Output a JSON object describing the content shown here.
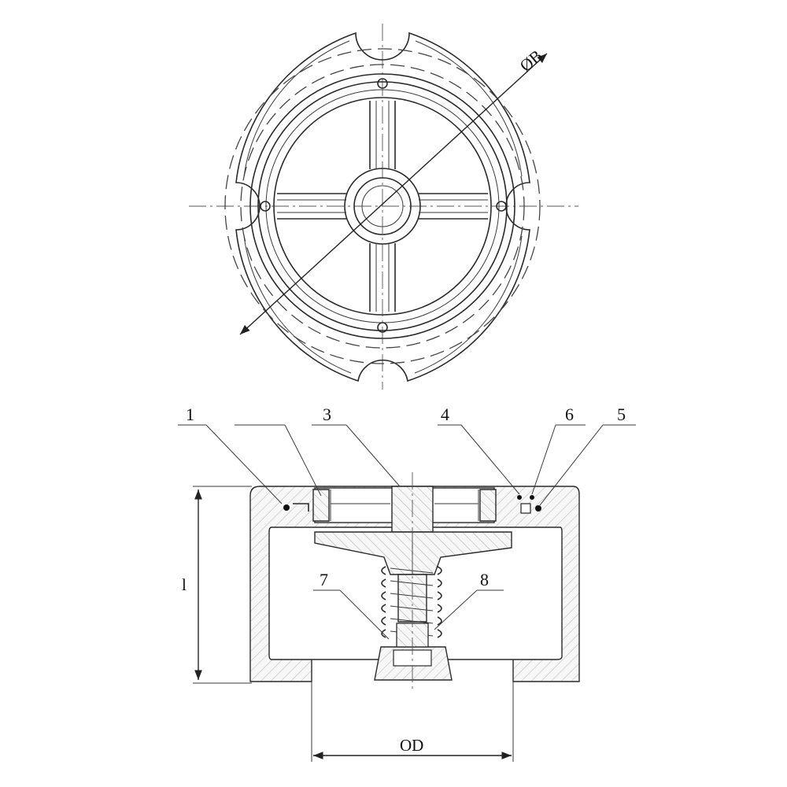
{
  "drawing": {
    "dimensions": {
      "bolt_circle": "ØB",
      "length": "l",
      "outer_diameter": "OD"
    },
    "part_labels": [
      "1",
      "3",
      "4",
      "6",
      "5",
      "7",
      "8"
    ]
  }
}
